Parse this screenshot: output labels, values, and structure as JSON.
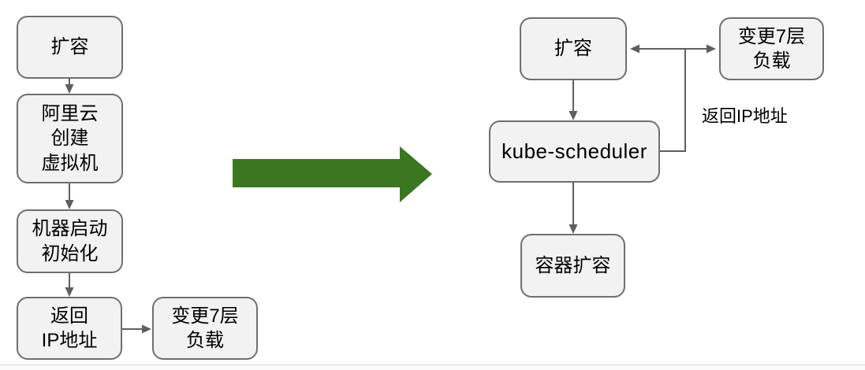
{
  "colors": {
    "arrow_green": "#3b7620",
    "node_fill": "#f2f2f2",
    "node_border": "#6f6f6f",
    "connector_gray": "#5f5f5f",
    "canvas_bg": "#ffffff"
  },
  "left_flow": {
    "nodes": [
      {
        "label": "扩容"
      },
      {
        "label": "阿里云\n创建\n虚拟机"
      },
      {
        "label": "机器启动\n初始化"
      },
      {
        "label": "返回\nIP地址"
      },
      {
        "label": "变更7层\n负载"
      }
    ]
  },
  "right_flow": {
    "nodes": [
      {
        "label": "扩容"
      },
      {
        "label": "变更7层\n负载"
      },
      {
        "label": "kube-scheduler"
      },
      {
        "label": "容器扩容"
      }
    ],
    "edge_label": "返回IP地址"
  }
}
